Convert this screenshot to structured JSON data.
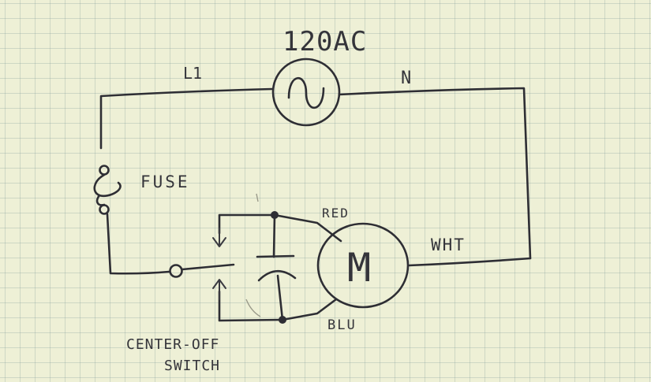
{
  "source_label": "120AC",
  "line_label": "L1",
  "neutral_label": "N",
  "fuse_label": "FUSE",
  "red_wire_label": "RED",
  "white_wire_label": "WHT",
  "blue_wire_label": "BLU",
  "motor_label": "M",
  "switch_label_line1": "CENTER-OFF",
  "switch_label_line2": "SWITCH",
  "colors": {
    "paper": "#eef0d6",
    "grid": "#9fb2ae",
    "ink": "#2e2e34"
  }
}
